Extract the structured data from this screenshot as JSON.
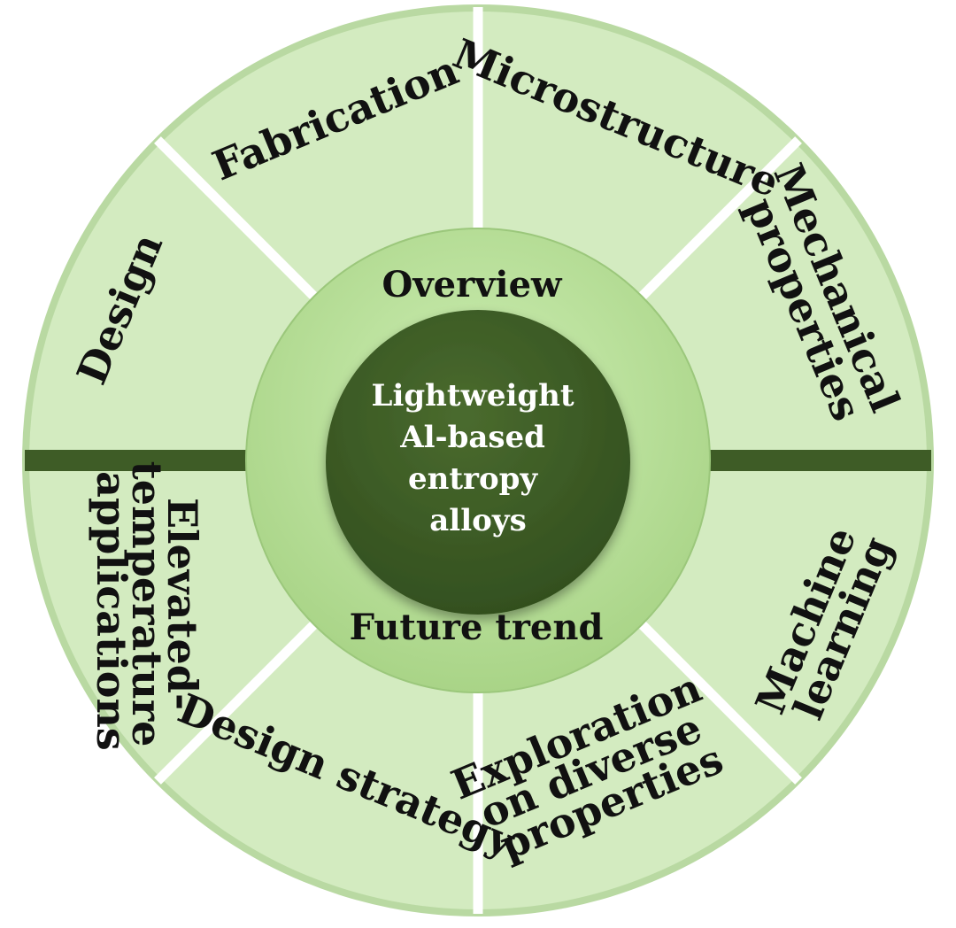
{
  "diagram": {
    "center": {
      "lines": [
        "Lightweight",
        "Al-based",
        "entropy",
        "alloys"
      ]
    },
    "ring": {
      "top_label": "Overview",
      "bottom_label": "Future trend"
    },
    "top_segments": [
      {
        "id": "design",
        "lines": [
          "Design"
        ]
      },
      {
        "id": "fabrication",
        "lines": [
          "Fabrication"
        ]
      },
      {
        "id": "microstructure",
        "lines": [
          "Microstructure"
        ]
      },
      {
        "id": "mechanical-properties",
        "lines": [
          "Mechanical",
          "properties"
        ]
      }
    ],
    "bottom_segments": [
      {
        "id": "elevated-temperature-applications",
        "lines": [
          "Elevated-",
          "temperature",
          "applications"
        ]
      },
      {
        "id": "design-strategy",
        "lines": [
          "Design strategy"
        ]
      },
      {
        "id": "exploration-on-diverse-properties",
        "lines": [
          "Exploration",
          "on diverse",
          "properties"
        ]
      },
      {
        "id": "machine-learning",
        "lines": [
          "Machine",
          "learning"
        ]
      }
    ],
    "colors": {
      "segment_fill": "#d3ebc0",
      "outer_rim": "#b9d9a2",
      "separator": "#ffffff",
      "divider_bar": "#3e5c26",
      "ring_fill": "#b5de95",
      "ring_highlight": "#cdeeb3",
      "core_fill": "#3e5c26",
      "core_text": "#ffffff",
      "label_text": "#111111"
    }
  }
}
